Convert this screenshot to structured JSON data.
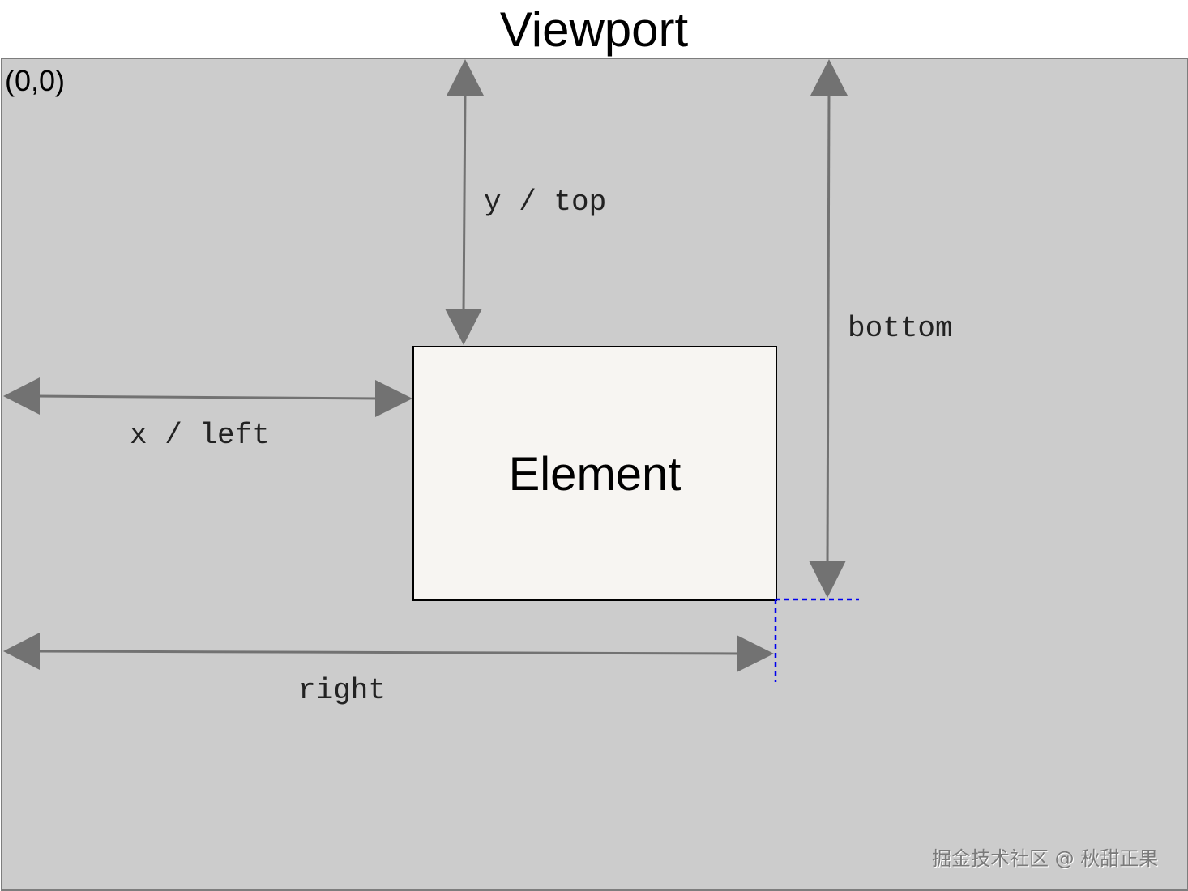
{
  "title": "Viewport",
  "origin_label": "(0,0)",
  "element_label": "Element",
  "dimension_labels": {
    "top": "y / top",
    "left": "x / left",
    "bottom": "bottom",
    "right": "right"
  },
  "watermark": "掘金技术社区 @ 秋甜正果",
  "colors": {
    "viewport_fill": "#cccccc",
    "viewport_border": "#7d7d7d",
    "arrow": "#727272",
    "element_fill": "#f7f5f2",
    "guide_line": "#0000ee"
  }
}
